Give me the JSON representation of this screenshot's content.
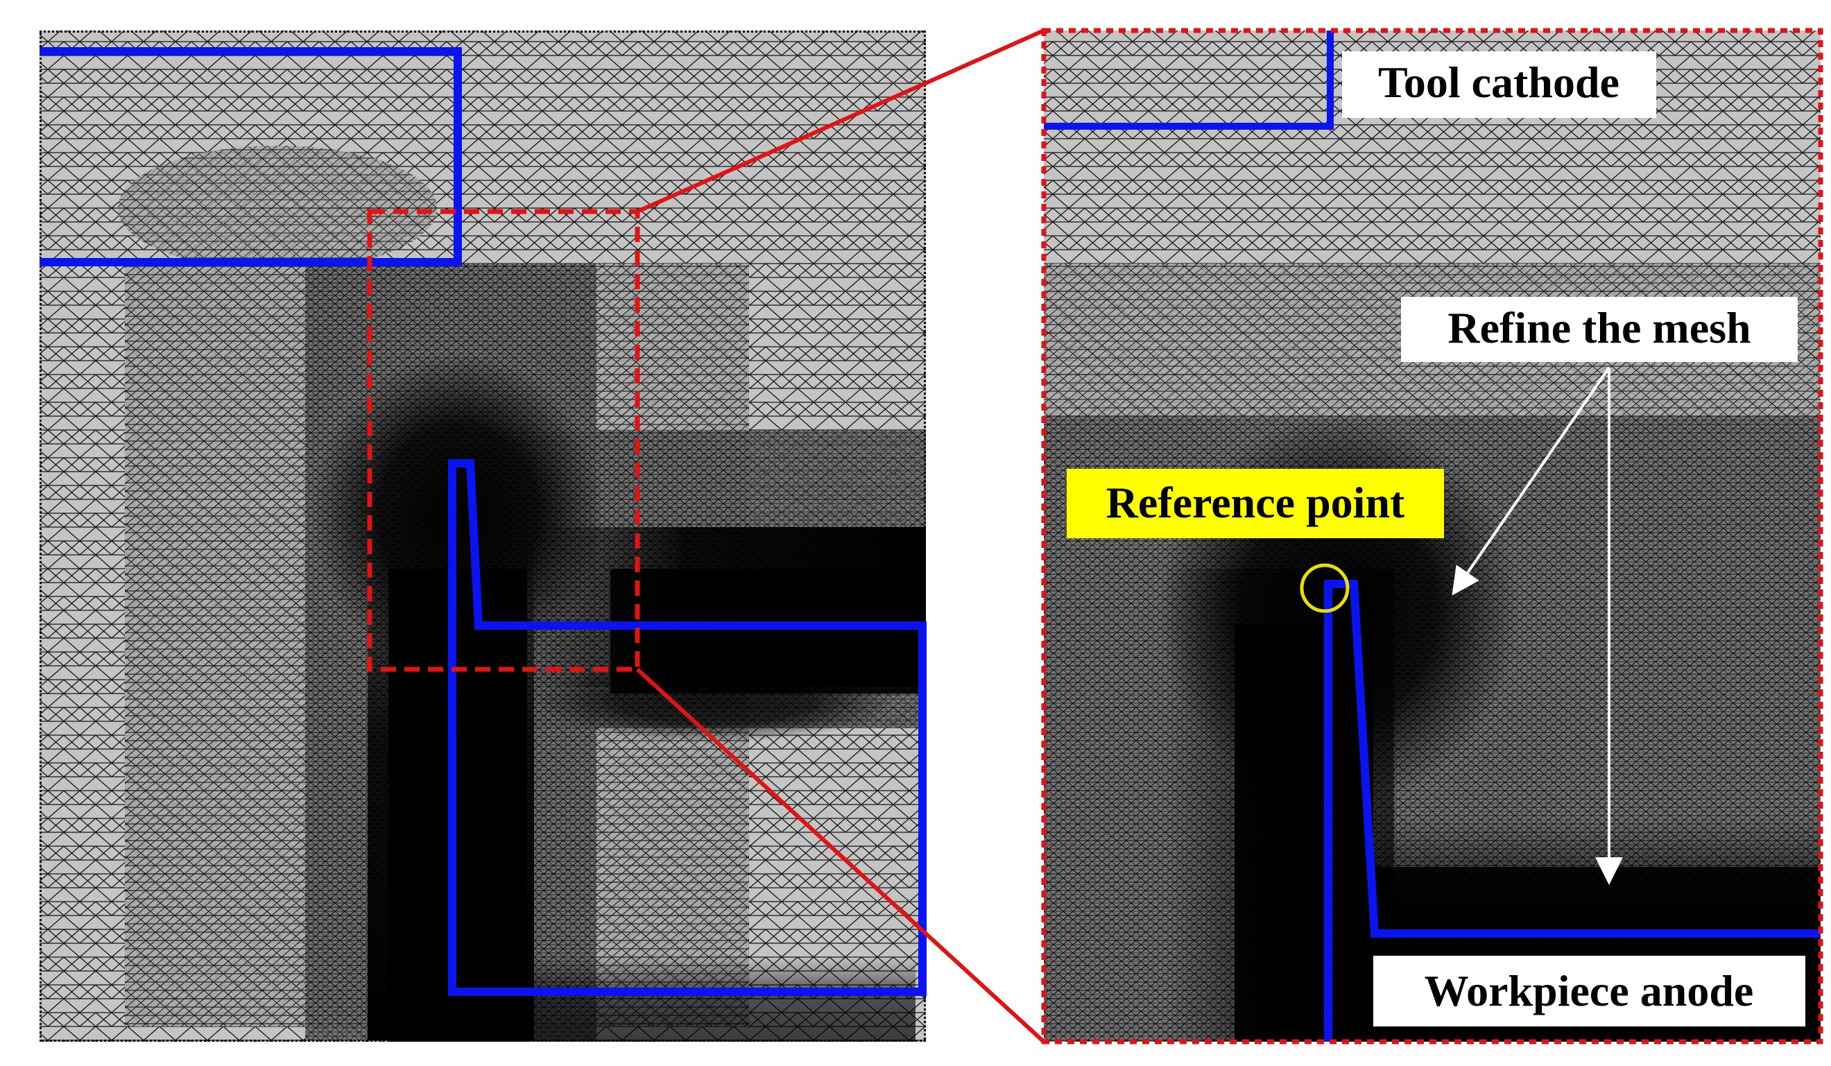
{
  "labels": {
    "tool_cathode": "Tool cathode",
    "refine_mesh": "Refine the mesh",
    "reference_point": "Reference point",
    "workpiece_anode": "Workpiece anode"
  },
  "colors": {
    "electrode_outline": "#0a14f0",
    "zoom_indicator": "#e01414",
    "reference_label_bg": "#ffff00",
    "reference_circle": "#e8e000",
    "arrow": "#ffffff",
    "mesh_line": "#111111",
    "mesh_fill": "#c4c4c4",
    "dense_mesh": "#050505"
  },
  "icons": {
    "reference_marker": "circle-marker",
    "pointer": "arrow"
  }
}
